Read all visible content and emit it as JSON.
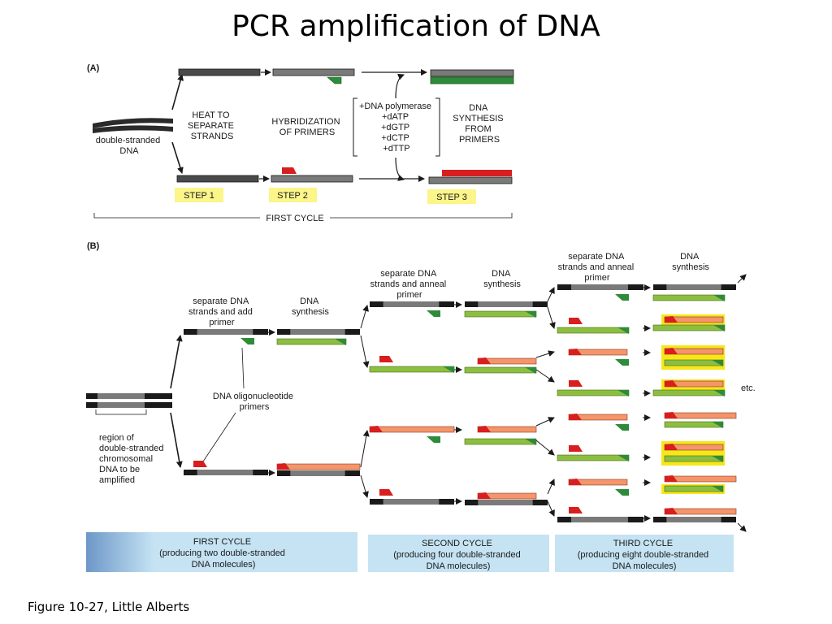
{
  "title": "PCR amplification of DNA",
  "caption": "Figure 10-27, Little Alberts",
  "panel_a": {
    "label": "(A)",
    "double_stranded": [
      "double-stranded",
      "DNA"
    ],
    "heat": [
      "HEAT TO",
      "SEPARATE",
      "STRANDS"
    ],
    "hybridization": [
      "HYBRIDIZATION",
      "OF PRIMERS"
    ],
    "reagents": [
      "+DNA polymerase",
      "+dATP",
      "+dGTP",
      "+dCTP",
      "+dTTP"
    ],
    "synthesis": [
      "DNA",
      "SYNTHESIS",
      "FROM",
      "PRIMERS"
    ],
    "step1": "STEP 1",
    "step2": "STEP 2",
    "step3": "STEP 3",
    "first_cycle": "FIRST CYCLE"
  },
  "panel_b": {
    "label": "(B)",
    "separate_add": [
      "separate DNA",
      "strands and add",
      "primer"
    ],
    "synth": [
      "DNA",
      "synthesis"
    ],
    "separate_anneal": [
      "separate DNA",
      "strands and anneal",
      "primer"
    ],
    "oligo": [
      "DNA oligonucleotide",
      "primers"
    ],
    "region": [
      "region of",
      "double-stranded",
      "chromosomal",
      "DNA to be",
      "amplified"
    ],
    "etc": "etc.",
    "cycles": [
      [
        "FIRST CYCLE",
        "(producing two double-stranded",
        "DNA molecules)"
      ],
      [
        "SECOND CYCLE",
        "(producing four double-stranded",
        "DNA molecules)"
      ],
      [
        "THIRD CYCLE",
        "(producing eight double-stranded",
        "DNA molecules)"
      ]
    ]
  },
  "colors": {
    "dark_strand": "#1a1a1a",
    "gray_strand": "#7a7a7a",
    "green_strand": "#8cbf3f",
    "salmon_strand": "#f4956b",
    "primer_red": "#d81e1e",
    "primer_green": "#2e8b3a",
    "step_yellow": "#fbf58a",
    "highlight_yellow": "#f7e61a",
    "cycle_blue": "#c5e3f3"
  }
}
